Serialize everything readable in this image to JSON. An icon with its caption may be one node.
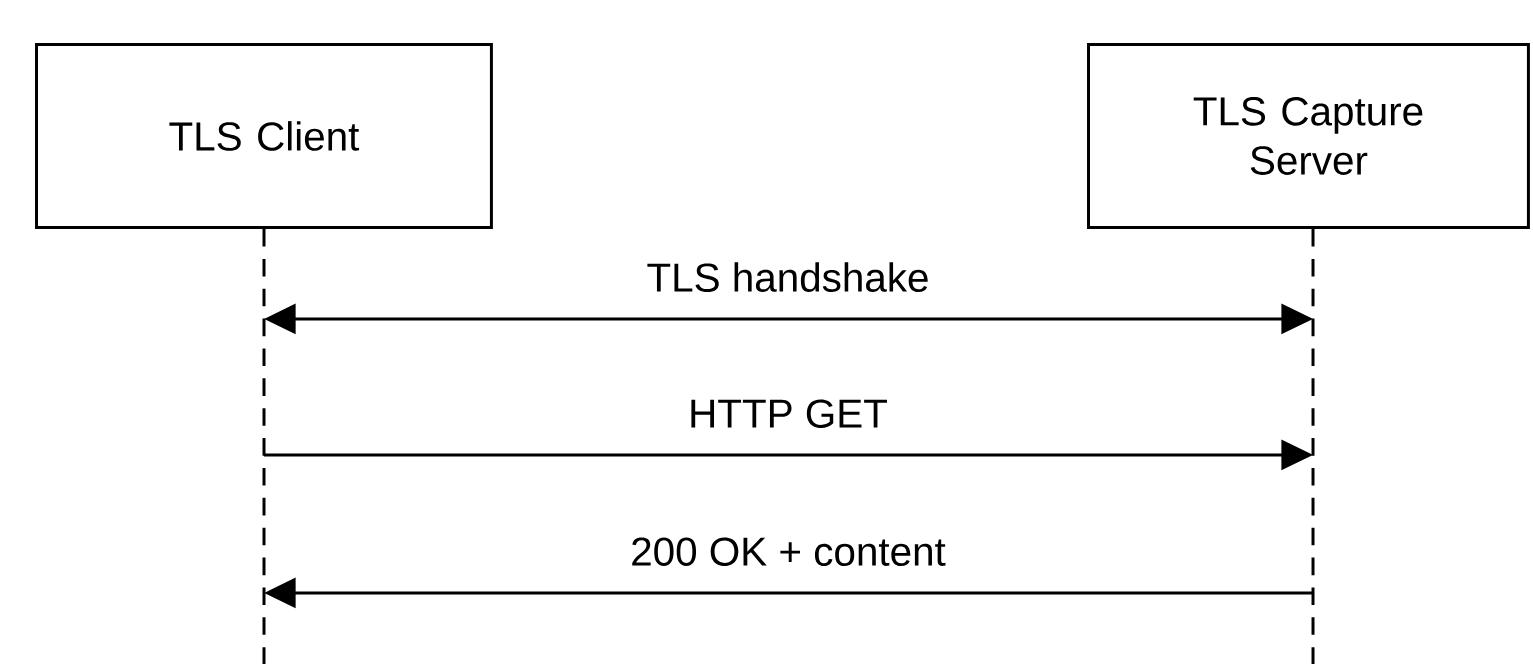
{
  "diagram": {
    "nodes": [
      {
        "text": [
          "TLS Client"
        ]
      },
      {
        "text": [
          "TLS Capture Server"
        ]
      }
    ],
    "edges": [
      {
        "from": 0,
        "to": 1,
        "arrow": "both",
        "label": "TLS handshake"
      },
      {
        "from": 0,
        "to": 1,
        "arrow": "to",
        "label": "HTTP GET"
      },
      {
        "from": 1,
        "to": 0,
        "arrow": "to",
        "label": "200 OK + content"
      }
    ]
  }
}
